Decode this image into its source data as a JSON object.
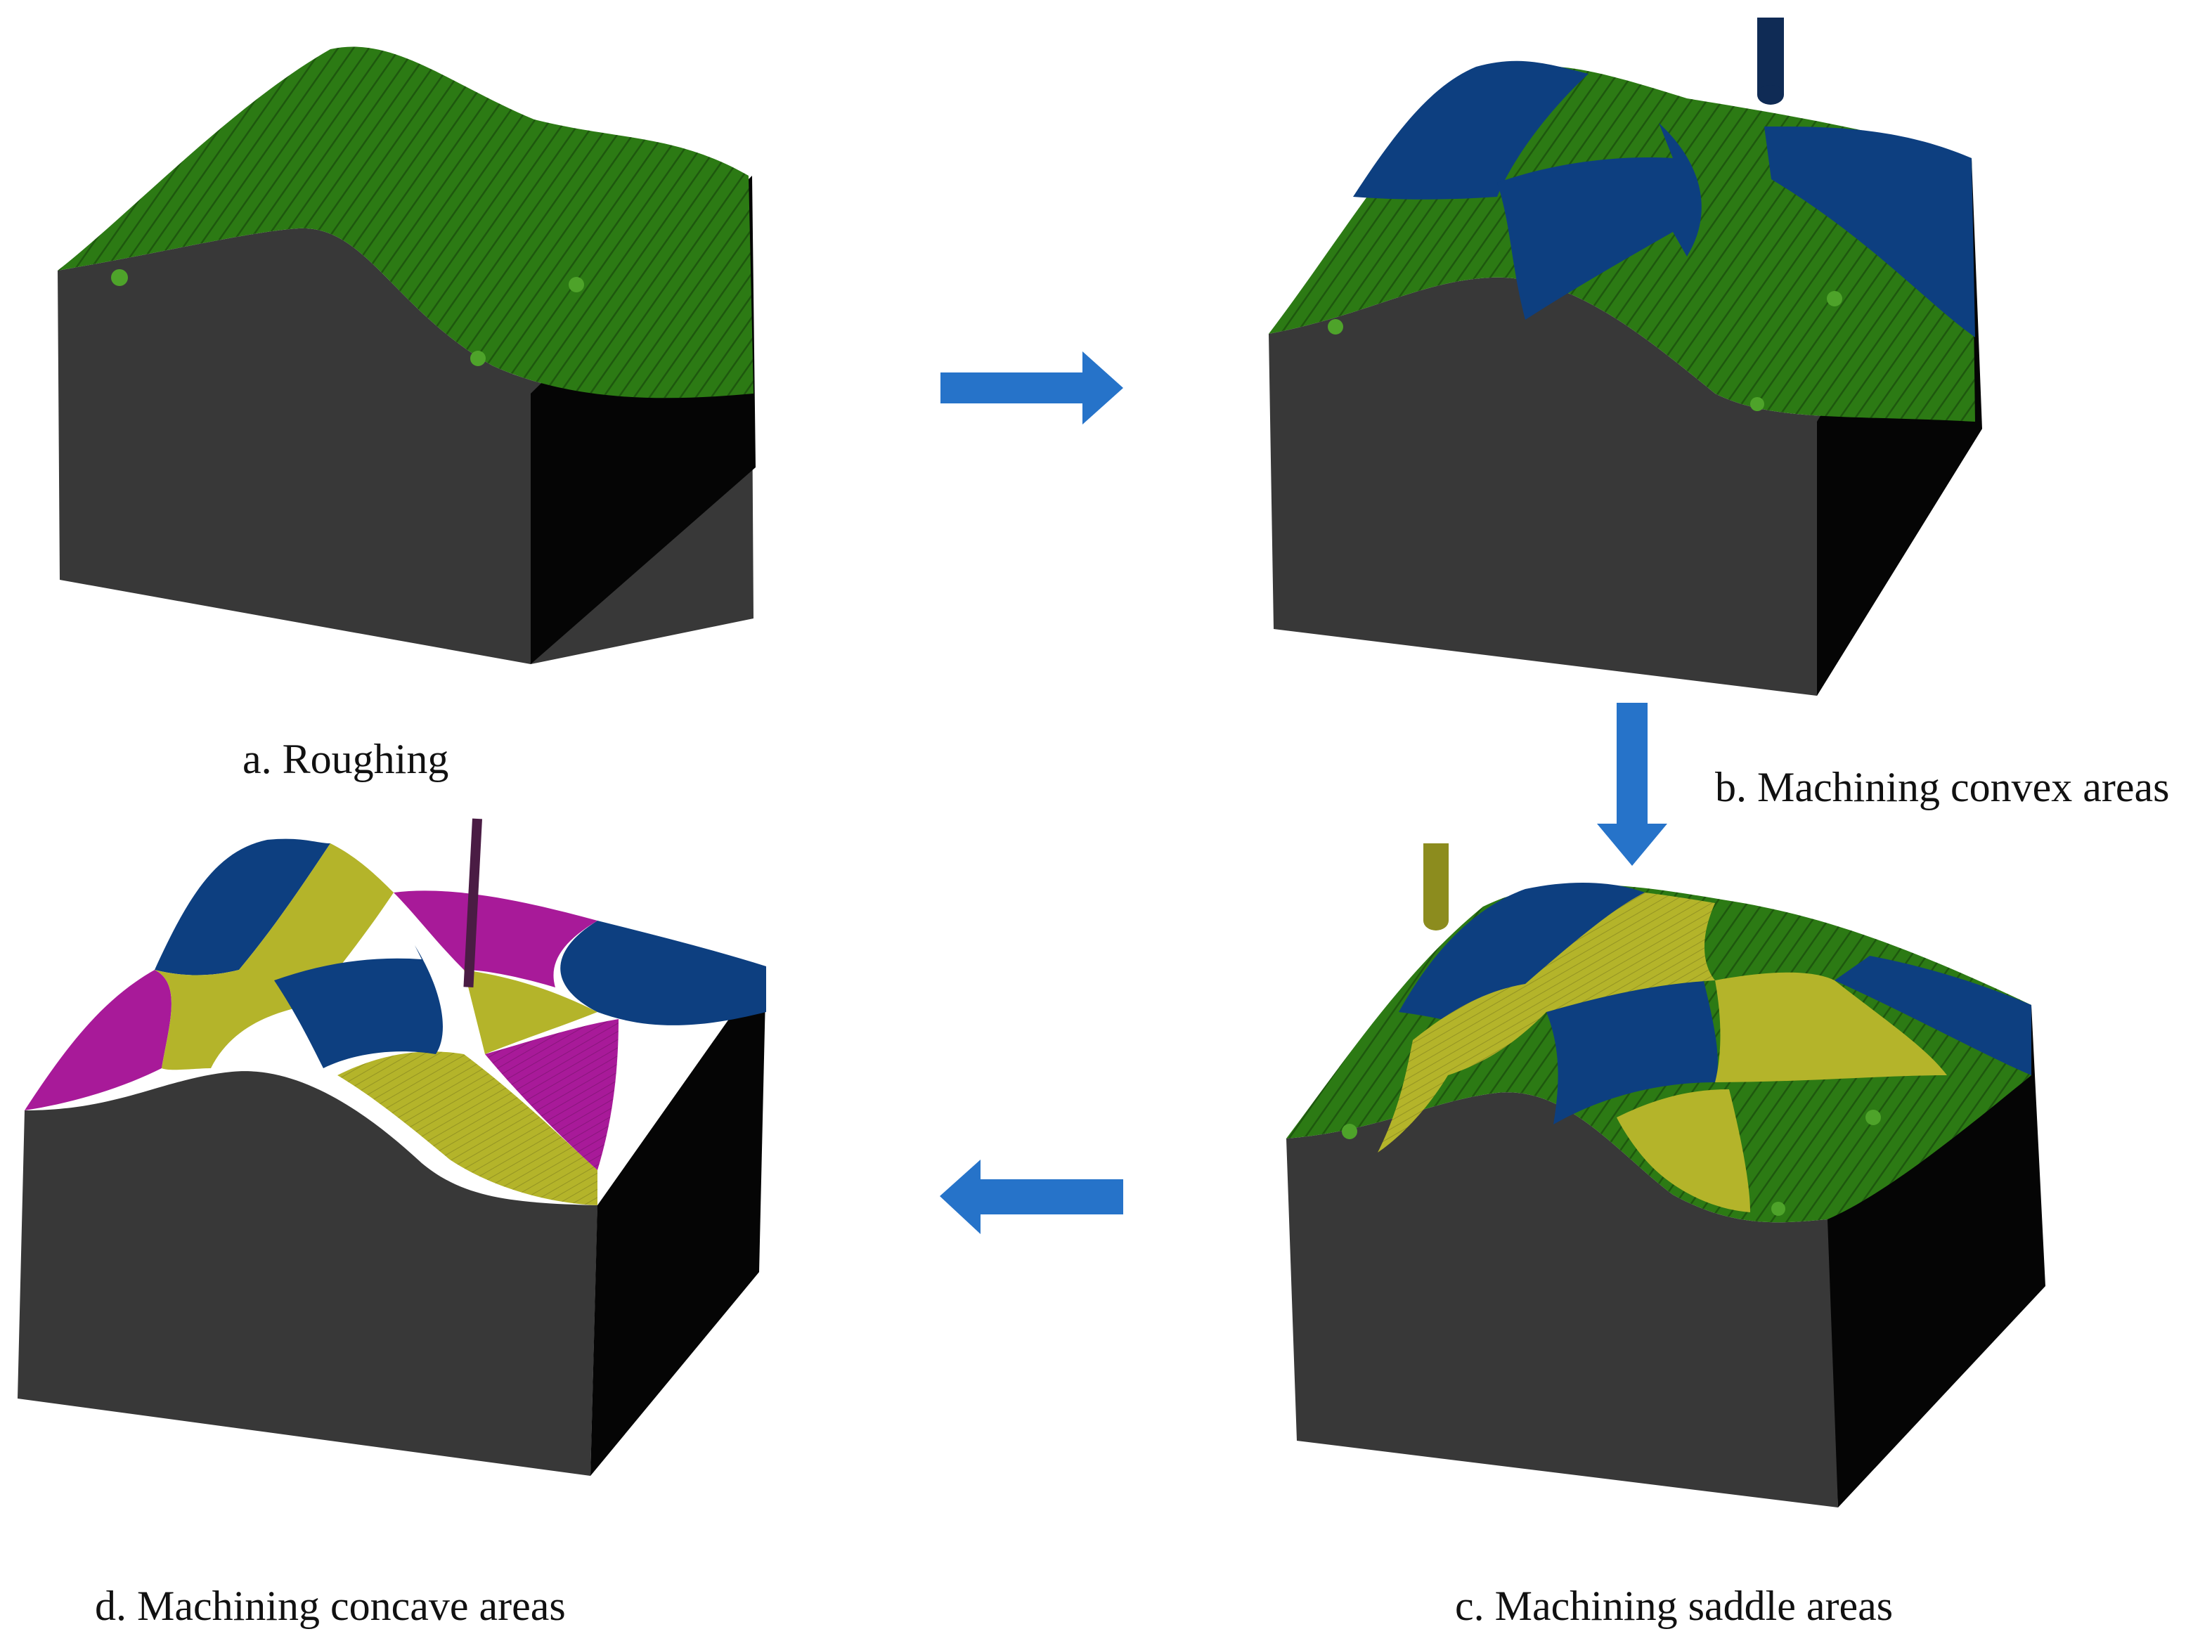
{
  "figure": {
    "panels": [
      {
        "id": "a",
        "caption": "a. Roughing",
        "regions": [
          "roughing"
        ],
        "tool": "none"
      },
      {
        "id": "b",
        "caption": "b. Machining convex areas",
        "regions": [
          "roughing",
          "convex"
        ],
        "tool": "ball-end-mill-dark-blue"
      },
      {
        "id": "c",
        "caption": "c. Machining saddle areas",
        "regions": [
          "roughing",
          "convex",
          "saddle"
        ],
        "tool": "ball-end-mill-olive"
      },
      {
        "id": "d",
        "caption": "d. Machining concave areas",
        "regions": [
          "convex",
          "saddle",
          "concave"
        ],
        "tool": "ball-end-mill-purple"
      }
    ],
    "flow": [
      "a",
      "b",
      "c",
      "d"
    ],
    "arrows": [
      {
        "from": "a",
        "to": "b",
        "direction": "right"
      },
      {
        "from": "b",
        "to": "c",
        "direction": "down"
      },
      {
        "from": "c",
        "to": "d",
        "direction": "left"
      }
    ]
  },
  "colors": {
    "roughing": "#2c7a14",
    "roughing_highlight": "#4ea32a",
    "convex": "#0d3f80",
    "saddle": "#b4b42a",
    "concave": "#a81a99",
    "block_front": "#383838",
    "block_side": "#050505",
    "arrow": "#2673c9",
    "tool_blue": "#0f2b55",
    "tool_olive": "#8c8c1e",
    "tool_purple": "#4a1c44"
  }
}
